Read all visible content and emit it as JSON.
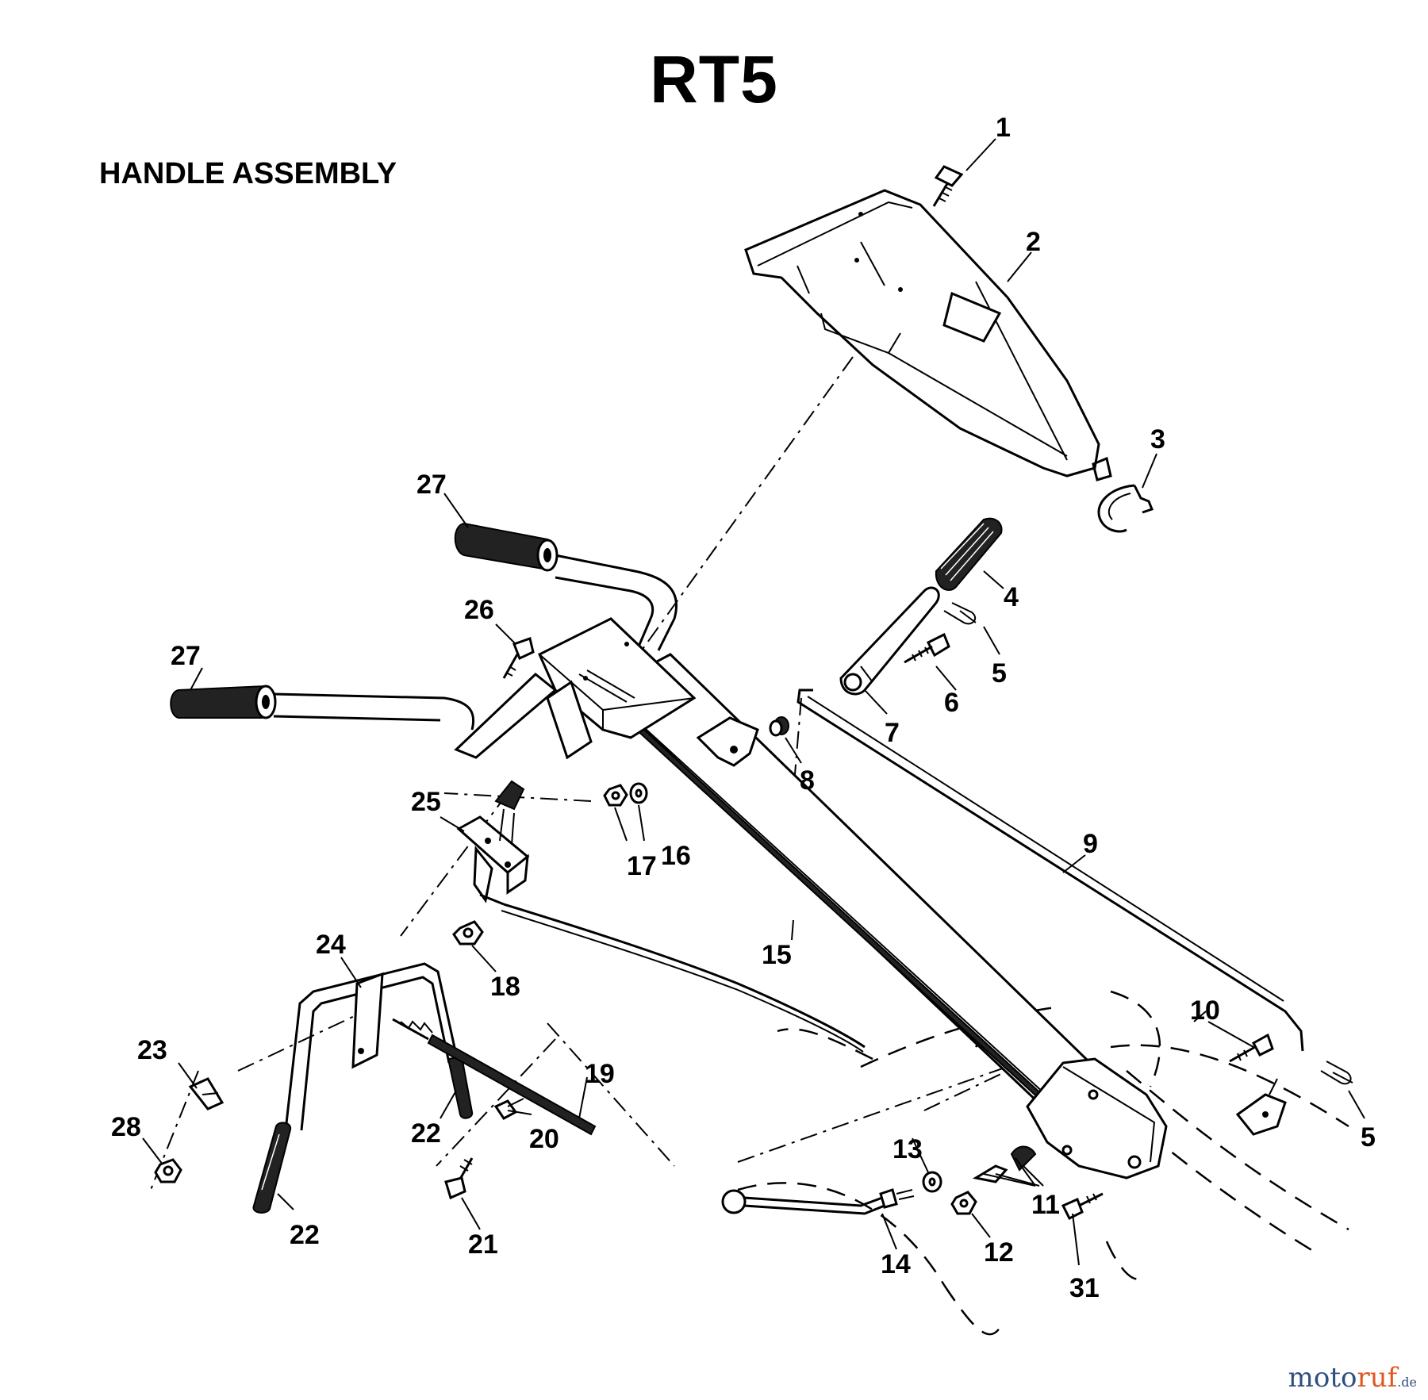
{
  "title": "RT5",
  "subtitle": "HANDLE ASSEMBLY",
  "watermark": {
    "main": "moto",
    "accent": "ruf",
    "suffix": ".de"
  },
  "callouts": [
    "1",
    "2",
    "3",
    "4",
    "5",
    "5",
    "6",
    "7",
    "8",
    "9",
    "10",
    "11",
    "12",
    "13",
    "14",
    "15",
    "16",
    "17",
    "18",
    "19",
    "20",
    "21",
    "22",
    "22",
    "23",
    "24",
    "25",
    "26",
    "27",
    "27",
    "28",
    "31"
  ]
}
